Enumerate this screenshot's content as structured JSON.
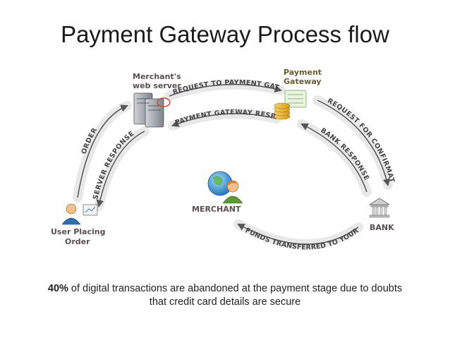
{
  "title": "Payment Gateway Process flow",
  "nodes": {
    "merchant_server": [
      "Merchant's",
      "web server"
    ],
    "payment_gateway": [
      "Payment",
      "Gateway"
    ],
    "user": [
      "User Placing",
      "Order"
    ],
    "merchant": "MERCHANT",
    "bank": "BANK"
  },
  "edges": {
    "request_to_gateway": "REQUEST TO PAYMENT GATWAY",
    "gateway_response": "PAYMENT GATEWAY RESPONSE",
    "request_confirmation": "REQUEST FOR CONFIRMATION",
    "bank_response": "BANK RESPONSE",
    "order": "ORDER",
    "server_response": "SERVER RESPONSE",
    "funds_transferred": "FUNDS TRANSFERRED TO YOUR A/C"
  },
  "caption": {
    "highlight": "40%",
    "text": " of digital transactions are abandoned at the payment stage due to doubts that credit card details are secure"
  },
  "colors": {
    "arrow": "#555555",
    "arrow_band": "#e8e8e8",
    "node_label": "#5a4f4f",
    "gateway_label": "#6b5a2a"
  }
}
